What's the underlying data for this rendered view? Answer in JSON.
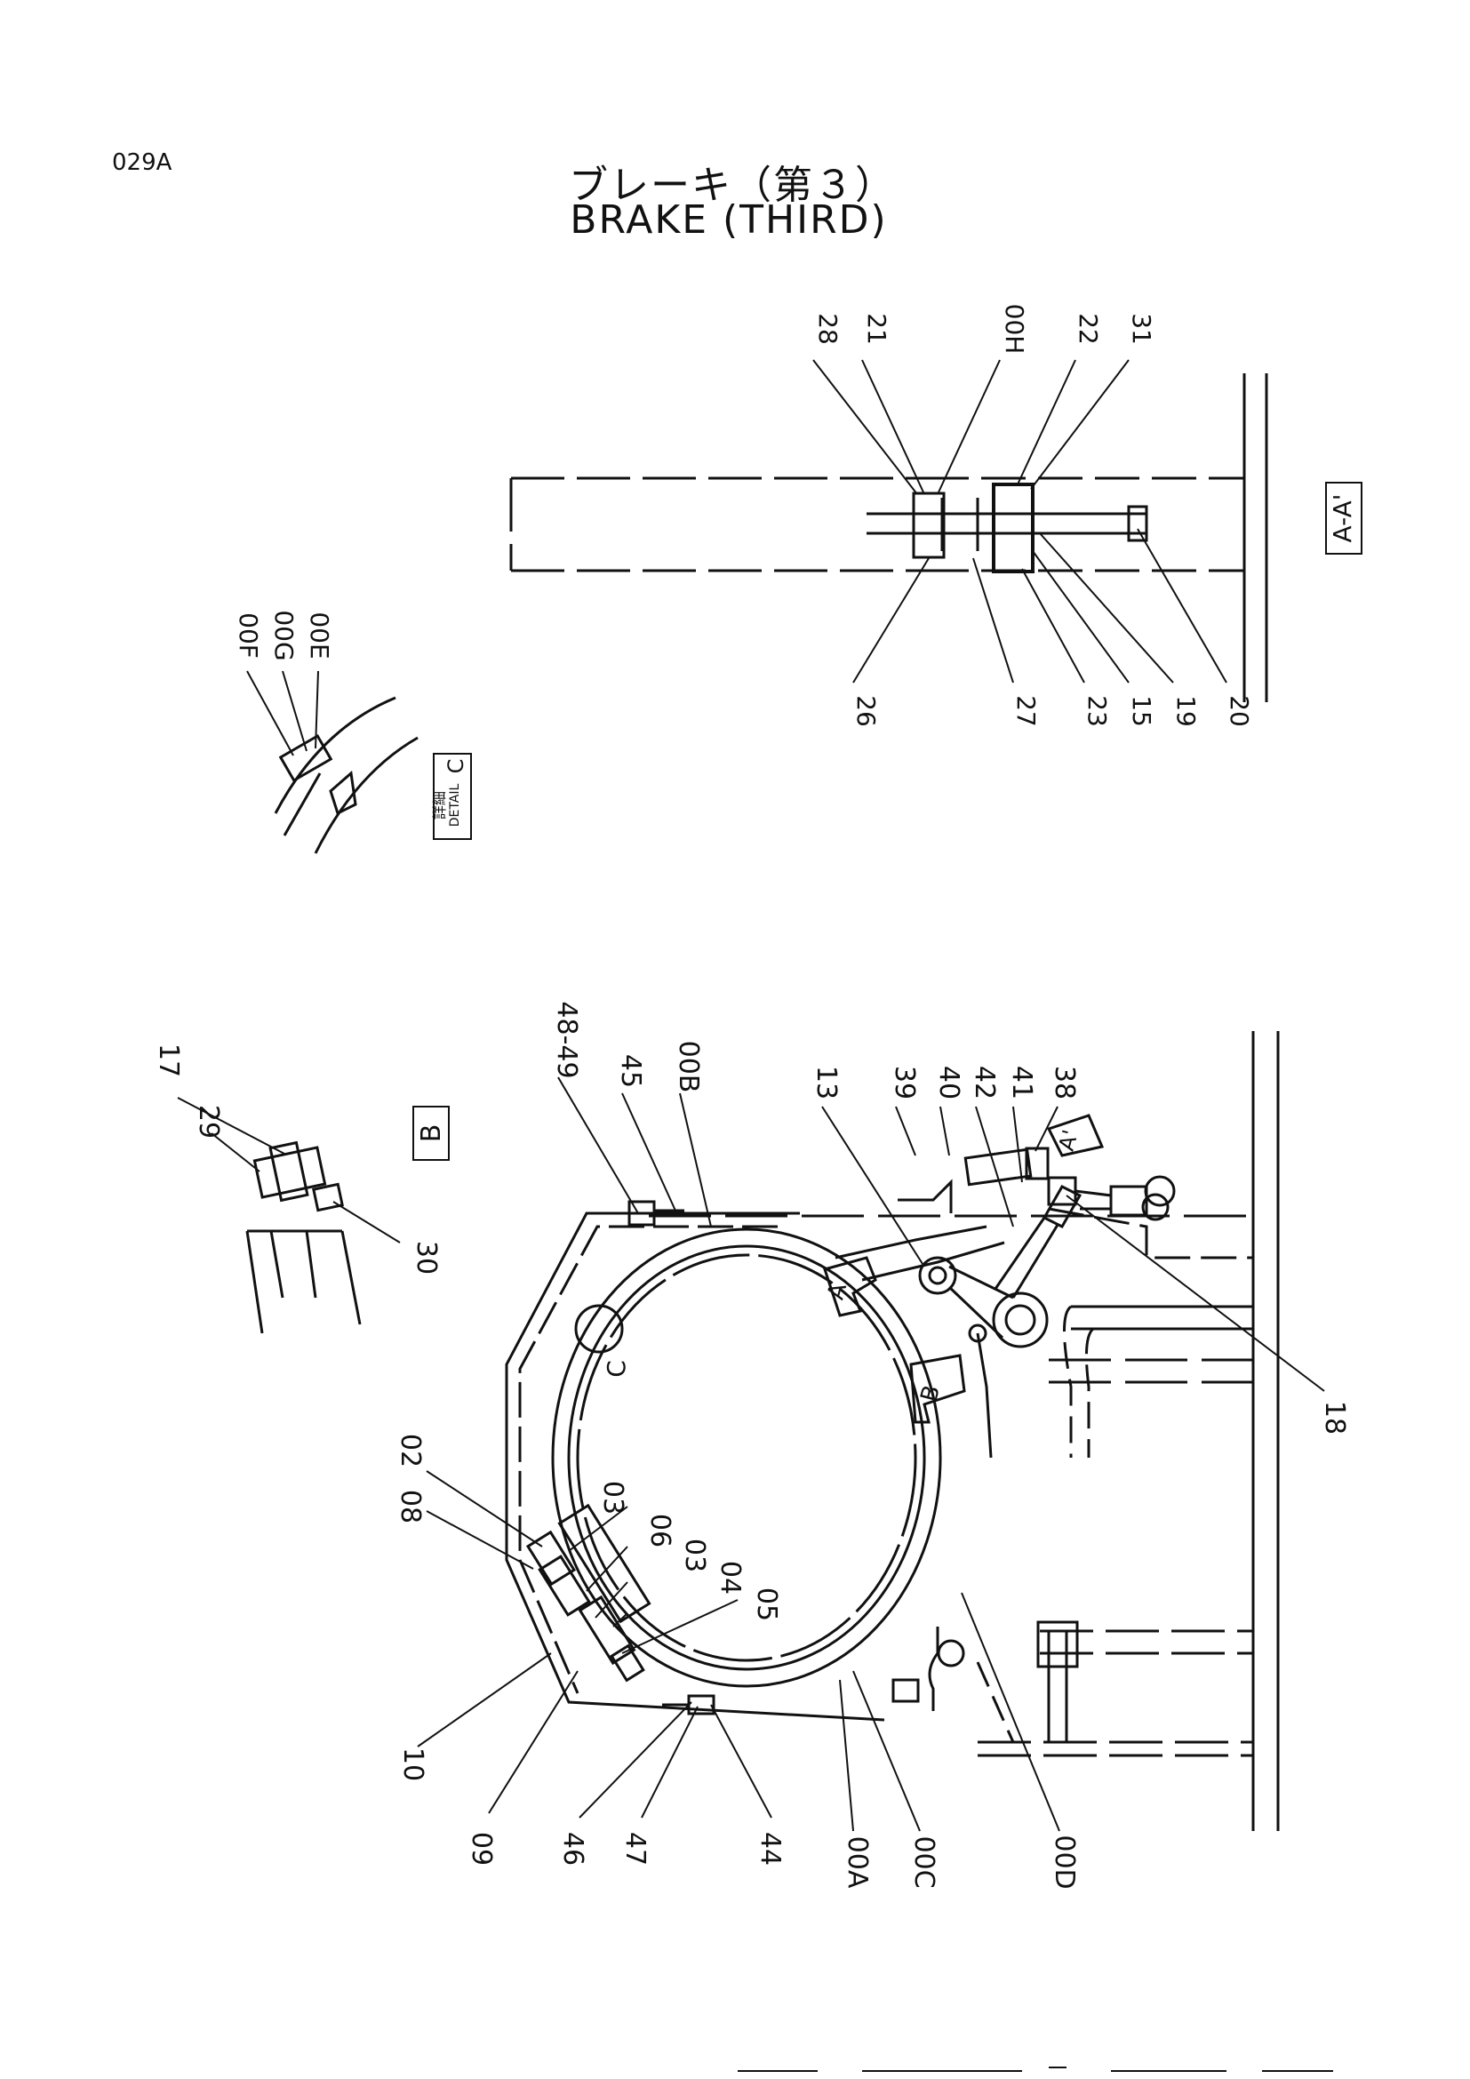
{
  "header": {
    "page_code": "029A",
    "title_jp": "ブレーキ（第３）",
    "title_en": "BRAKE (THIRD)"
  },
  "views": {
    "section_a": "A-A'",
    "detail_b": "B",
    "detail_c_jp": "詳細",
    "detail_c_en": "DETAIL",
    "detail_c_letter": "C",
    "arrow_a": "A",
    "arrow_a_prime": "A'",
    "arrow_b": "B",
    "circle_c": "C"
  },
  "callouts": {
    "section_a": [
      "28",
      "21",
      "00H",
      "22",
      "31",
      "26",
      "27",
      "23",
      "15",
      "19",
      "20"
    ],
    "detail_c": [
      "00F",
      "00G",
      "00E"
    ],
    "detail_b": [
      "17",
      "29",
      "30"
    ],
    "main": [
      "48-49",
      "45",
      "00B",
      "13",
      "39",
      "40",
      "42",
      "41",
      "38",
      "18",
      "02",
      "08",
      "03",
      "06",
      "03",
      "04",
      "05",
      "10",
      "09",
      "46",
      "47",
      "44",
      "00A",
      "00C",
      "00D"
    ]
  }
}
